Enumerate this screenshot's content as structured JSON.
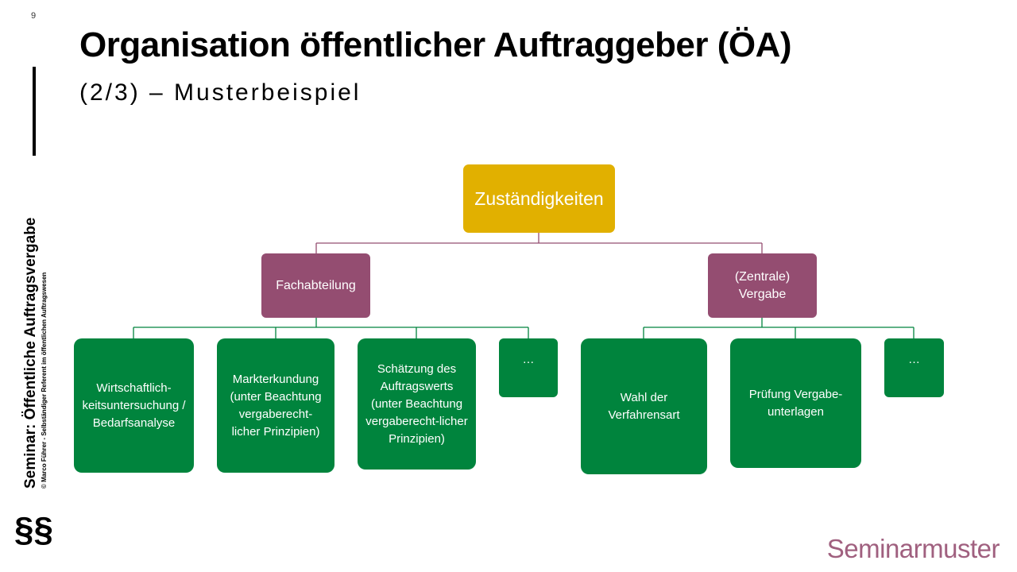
{
  "slide": {
    "number": "9",
    "title": "Organisation öffentlicher Auftraggeber (ÖA)",
    "subtitle": "(2/3) – Musterbeispiel",
    "side_title": "Seminar: Öffentliche Auftragsvergabe",
    "side_subtitle": "© Marco Führer - Selbständiger Referent im öffentlichen Auftragswesen",
    "paragraph_symbol": "§§",
    "brand": "Seminarmuster"
  },
  "diagram": {
    "root": "Zuständigkeiten",
    "branches": [
      {
        "label": "Fachabteilung",
        "children": [
          "Wirtschaftlich-keitsuntersuchung / Bedarfsanalyse",
          "Markterkundung (unter Beachtung vergaberecht-licher Prinzipien)",
          "Schätzung des Auftragswerts (unter Beachtung vergaberecht-licher Prinzipien)",
          "…"
        ]
      },
      {
        "label": "(Zentrale) Vergabe",
        "children": [
          "Wahl der Verfahrensart",
          "Prüfung Vergabe-unterlagen",
          "…"
        ]
      }
    ],
    "colors": {
      "root": "#e1b000",
      "branch": "#944d71",
      "leaf": "#00843d",
      "connector_top": "#944d71",
      "connector_leaf": "#00843d"
    }
  }
}
